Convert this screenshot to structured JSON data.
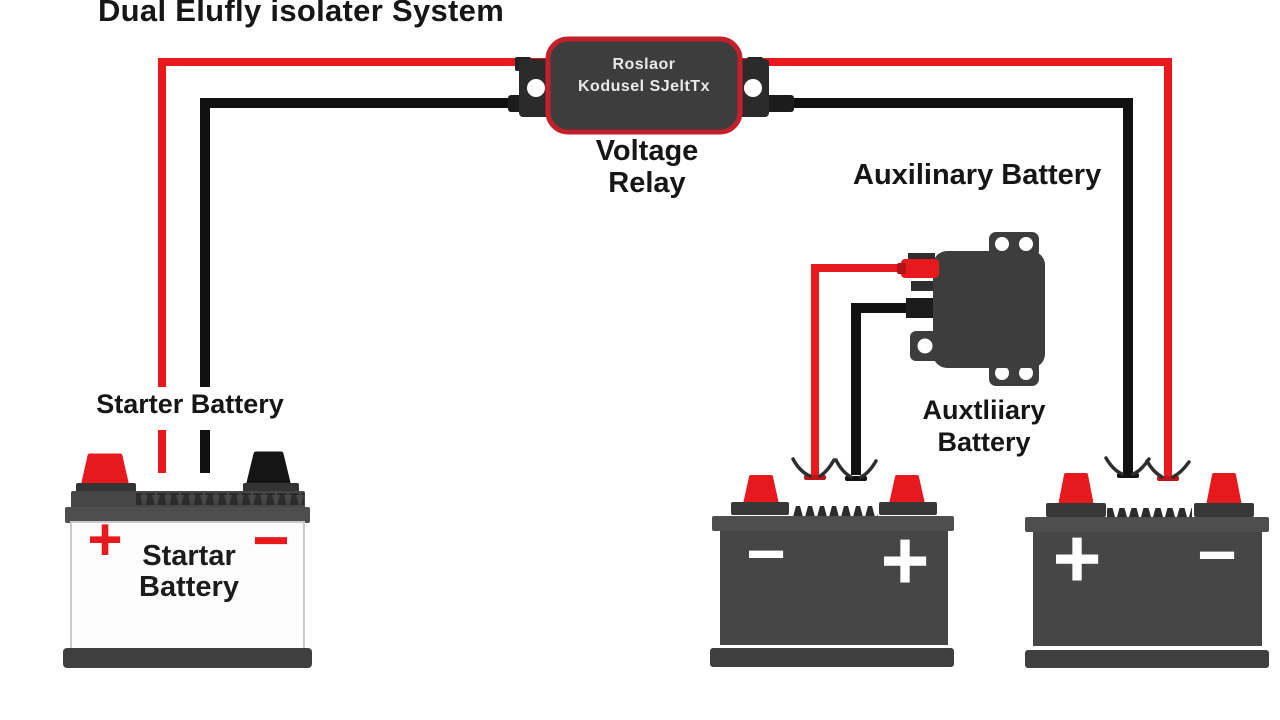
{
  "title": "Dual Elufly isolater System",
  "relay_box": {
    "line1": "Roslaor",
    "line2": "Kodusel SJeltTx"
  },
  "relay_label": {
    "line1": "Voltage",
    "line2": "Relay"
  },
  "aux_battery_top_label": "Auxilinary Battery",
  "aux_battery_mid_label": {
    "line1": "Auxtliiary",
    "line2": "Battery"
  },
  "starter_label": "Starter Battery",
  "starter_battery": {
    "name_line1": "Startar",
    "name_line2": "Battery",
    "plus": "+",
    "minus": "−"
  },
  "middle_battery": {
    "minus": "−",
    "plus": "+"
  },
  "right_battery": {
    "plus": "+",
    "minus": "−"
  },
  "colors": {
    "wire_red": "#e8191c",
    "wire_black": "#111111",
    "battery_dark": "#464646",
    "battery_base": "#3f3f3f",
    "relay_fill": "#3d3d3d",
    "relay_border_red": "#c2202a",
    "background": "#ffffff"
  }
}
